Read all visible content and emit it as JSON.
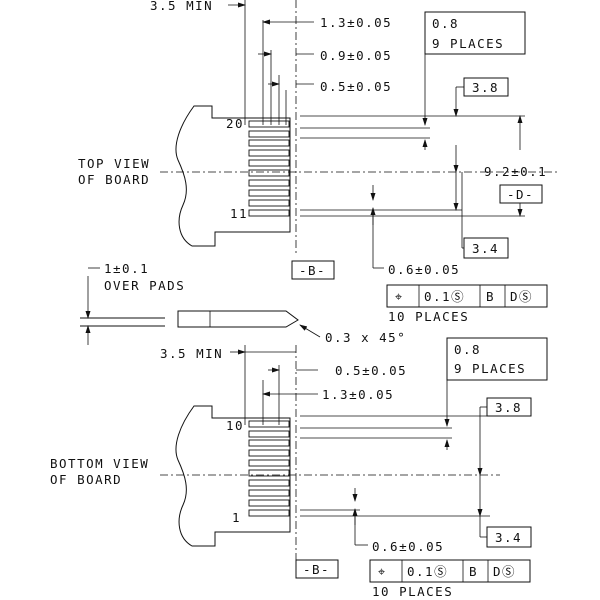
{
  "top": {
    "min_label": "3.5 MIN",
    "dim_1_3": "1.3±0.05",
    "dim_0_9": "0.9±0.05",
    "dim_0_5": "0.5±0.05",
    "pitch_box": [
      "0.8",
      "9 PLACES"
    ],
    "box_3_8": "3.8",
    "dim_9_2": "9.2±0.1",
    "datum_d": "-D-",
    "view_label": [
      "TOP VIEW",
      "OF BOARD"
    ],
    "pin_top": "20",
    "pin_bottom": "11",
    "box_3_4": "3.4",
    "datum_b": "-B-",
    "pad_width": "0.6±0.05",
    "fcf": [
      "⌖",
      "0.1Ⓢ",
      "B",
      "DⓈ"
    ],
    "places": "10 PLACES"
  },
  "middle": {
    "thickness": [
      "1±0.1",
      "OVER PADS"
    ],
    "chamfer": "0.3 x 45°"
  },
  "bottom": {
    "min_label": "3.5 MIN",
    "dim_0_5": "0.5±0.05",
    "dim_1_3": "1.3±0.05",
    "pitch_box": [
      "0.8",
      "9 PLACES"
    ],
    "box_3_8": "3.8",
    "view_label": [
      "BOTTOM VIEW",
      "OF BOARD"
    ],
    "pin_top": "10",
    "pin_bottom": "1",
    "box_3_4": "3.4",
    "datum_b": "-B-",
    "pad_width": "0.6±0.05",
    "fcf": [
      "⌖",
      "0.1Ⓢ",
      "B",
      "DⓈ"
    ],
    "places": "10 PLACES"
  }
}
